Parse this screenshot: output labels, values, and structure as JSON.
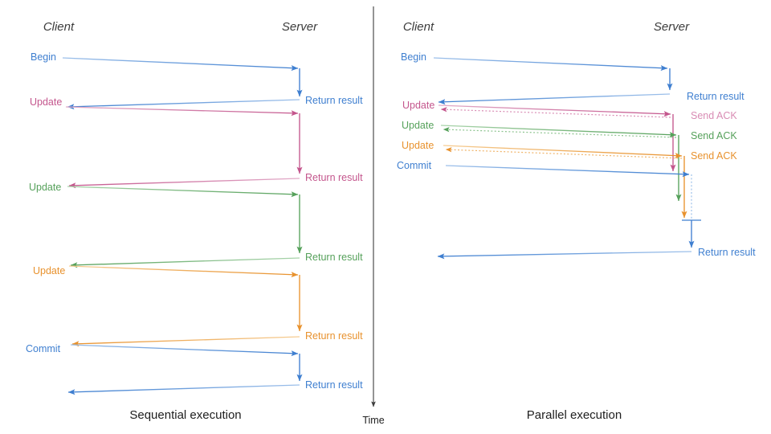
{
  "diagram": {
    "title_left": "Sequential execution",
    "title_right": "Parallel execution",
    "time_axis_label": "Time",
    "colors": {
      "blue": "#3f7fd0",
      "blue_light": "#7ba9e0",
      "pink": "#c4568d",
      "pink_light": "#d98cb4",
      "green": "#56a15b",
      "green_light": "#8dc48f",
      "orange": "#e8922e",
      "orange_light": "#f0b469",
      "axis": "#3c3c3c",
      "text": "#202020"
    }
  },
  "left_panel": {
    "name": "Sequential execution",
    "actors": {
      "client": "Client",
      "server": "Server"
    },
    "caption": "Sequential execution",
    "messages": [
      {
        "id": "begin",
        "label": "Begin",
        "color": "blue",
        "side": "client"
      },
      {
        "id": "begin-return",
        "label": "Return result",
        "color": "blue",
        "side": "server"
      },
      {
        "id": "update-1",
        "label": "Update",
        "color": "pink",
        "side": "client"
      },
      {
        "id": "update-1-return",
        "label": "Return result",
        "color": "pink",
        "side": "server"
      },
      {
        "id": "update-2",
        "label": "Update",
        "color": "green",
        "side": "client"
      },
      {
        "id": "update-2-return",
        "label": "Return result",
        "color": "green",
        "side": "server"
      },
      {
        "id": "update-3",
        "label": "Update",
        "color": "orange",
        "side": "client"
      },
      {
        "id": "update-3-return",
        "label": "Return result",
        "color": "orange",
        "side": "server"
      },
      {
        "id": "commit",
        "label": "Commit",
        "color": "blue",
        "side": "client"
      },
      {
        "id": "commit-return",
        "label": "Return result",
        "color": "blue",
        "side": "server"
      }
    ]
  },
  "right_panel": {
    "name": "Parallel execution",
    "actors": {
      "client": "Client",
      "server": "Server"
    },
    "caption": "Parallel execution",
    "messages": [
      {
        "id": "begin",
        "label": "Begin",
        "color": "blue",
        "side": "client"
      },
      {
        "id": "begin-return",
        "label": "Return result",
        "color": "blue",
        "side": "server"
      },
      {
        "id": "update-1",
        "label": "Update",
        "color": "pink",
        "side": "client"
      },
      {
        "id": "ack-1",
        "label": "Send ACK",
        "color": "pink",
        "side": "server"
      },
      {
        "id": "update-2",
        "label": "Update",
        "color": "green",
        "side": "client"
      },
      {
        "id": "ack-2",
        "label": "Send ACK",
        "color": "green",
        "side": "server"
      },
      {
        "id": "update-3",
        "label": "Update",
        "color": "orange",
        "side": "client"
      },
      {
        "id": "ack-3",
        "label": "Send ACK",
        "color": "orange",
        "side": "server"
      },
      {
        "id": "commit",
        "label": "Commit",
        "color": "blue",
        "side": "client"
      },
      {
        "id": "commit-return",
        "label": "Return result",
        "color": "blue",
        "side": "server"
      }
    ]
  }
}
